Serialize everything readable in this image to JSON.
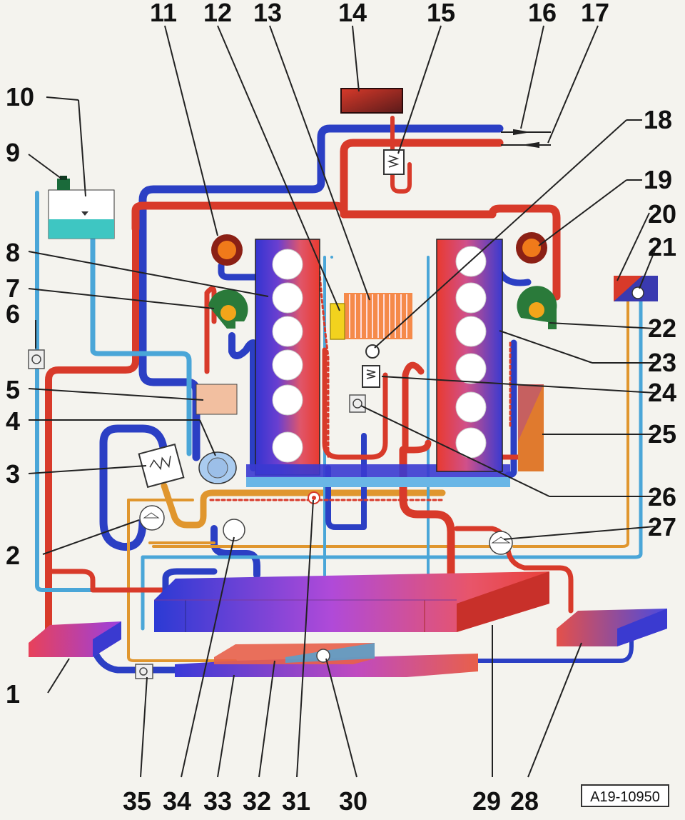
{
  "labels": {
    "l1": "1",
    "l2": "2",
    "l3": "3",
    "l4": "4",
    "l5": "5",
    "l6": "6",
    "l7": "7",
    "l8": "8",
    "l9": "9",
    "l10": "10",
    "l11": "11",
    "l12": "12",
    "l13": "13",
    "l14": "14",
    "l15": "15",
    "l16": "16",
    "l17": "17",
    "l18": "18",
    "l19": "19",
    "l20": "20",
    "l21": "21",
    "l22": "22",
    "l23": "23",
    "l24": "24",
    "l25": "25",
    "l26": "26",
    "l27": "27",
    "l28": "28",
    "l29": "29",
    "l30": "30",
    "l31": "31",
    "l32": "32",
    "l33": "33",
    "l34": "34",
    "l35": "35"
  },
  "reference": "A19-10950",
  "colors": {
    "hot_pipe": "#d83a2a",
    "cold_pipe": "#2b3fc4",
    "light_pipe": "#4aa6d8",
    "orange_pipe": "#e0962e",
    "background": "#f4f3ee"
  }
}
